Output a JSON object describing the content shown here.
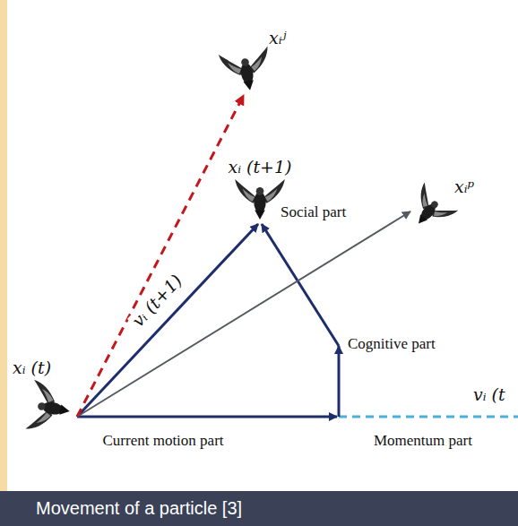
{
  "diagram": {
    "caption": "Movement of a particle [3]",
    "labels": [
      "xᵢʲ",
      "xᵢ (t+1)",
      "xᵢᵖ",
      "Social part",
      "vᵢ (t+1)",
      "Cognitive part",
      "xᵢ (t)",
      "vᵢ (t",
      "Current motion part",
      "Momentum part"
    ]
  }
}
